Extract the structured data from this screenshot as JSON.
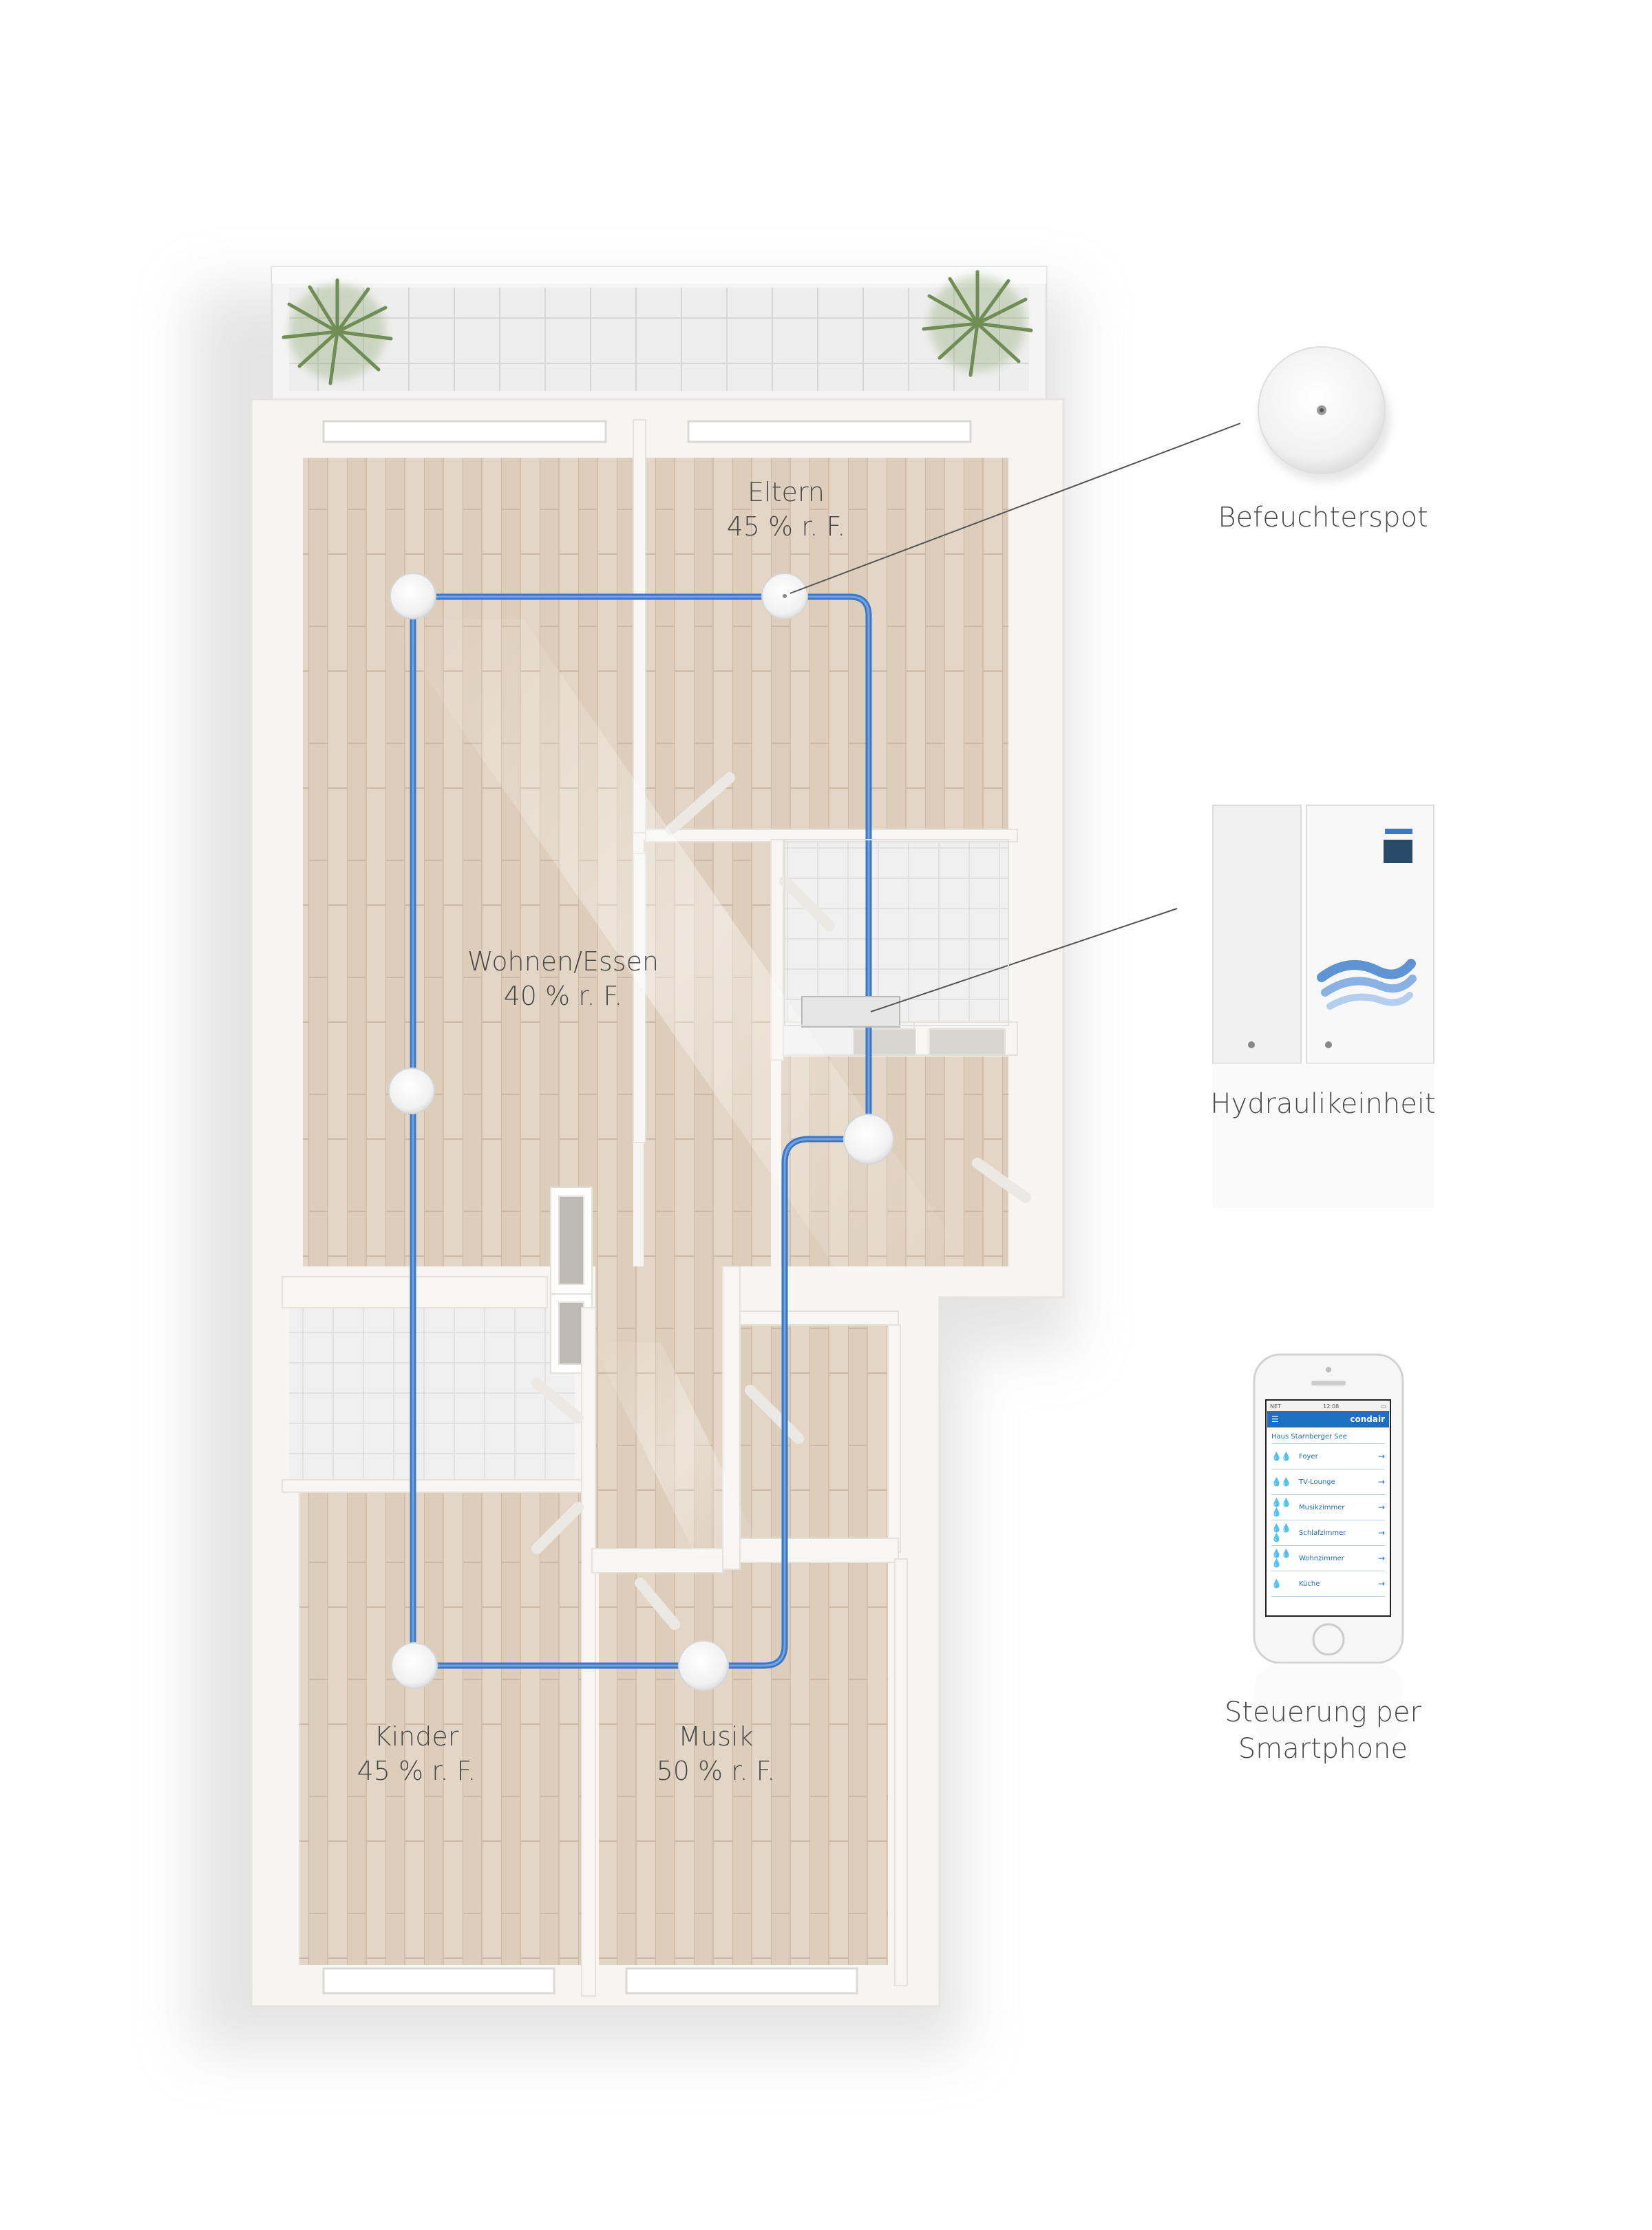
{
  "rooms": [
    {
      "name": "Eltern",
      "humidity": "45 % r. F."
    },
    {
      "name": "Wohnen/Essen",
      "humidity": "40 % r. F."
    },
    {
      "name": "Kinder",
      "humidity": "45 % r. F."
    },
    {
      "name": "Musik",
      "humidity": "50 % r. F."
    }
  ],
  "devices": {
    "spot": "Befeuchterspot",
    "hydraulic": "Hydraulikeinheit",
    "control_line1": "Steuerung per",
    "control_line2": "Smartphone"
  },
  "app": {
    "brand": "condair",
    "status_left": "NET",
    "status_time": "12:08",
    "title": "Haus Starnberger See",
    "rooms": [
      {
        "name": "Foyer",
        "level": 2
      },
      {
        "name": "TV-Lounge",
        "level": 2
      },
      {
        "name": "Musikzimmer",
        "level": 3
      },
      {
        "name": "Schlafzimmer",
        "level": 3
      },
      {
        "name": "Wohnzimmer",
        "level": 3
      },
      {
        "name": "Küche",
        "level": 1
      }
    ]
  },
  "colors": {
    "pipe": "#3a78c9",
    "wood": "#e3d4c4",
    "wall": "#f7f6f3",
    "text": "#4a4a4a",
    "brand": "#1d6fc2"
  }
}
